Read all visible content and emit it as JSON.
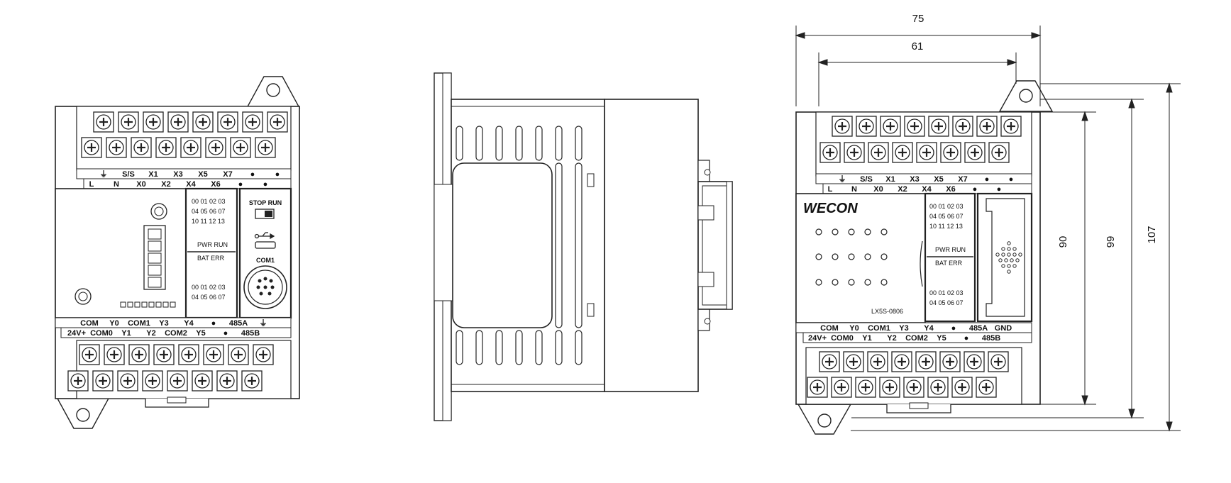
{
  "front_view": {
    "top_row_upper": [
      "⏚",
      "S/S",
      "X1",
      "X3",
      "X5",
      "X7",
      "●",
      "●"
    ],
    "top_row_lower": [
      "L",
      "N",
      "X0",
      "X2",
      "X4",
      "X6",
      "●",
      "●"
    ],
    "led_in": [
      "00 01 02 03",
      "04 05 06 07",
      "10 11 12 13"
    ],
    "led_out": [
      "00 01 02 03",
      "04 05 06 07"
    ],
    "pwr_run": "PWR RUN",
    "bat_err": "BAT ERR",
    "stop_run": "STOP RUN",
    "com1": "COM1",
    "bottom_row_upper": [
      "COM",
      "Y0",
      "COM1",
      "Y3",
      "Y4",
      "●",
      "485A",
      "⏚"
    ],
    "bottom_row_lower": [
      "24V+",
      "COM0",
      "Y1",
      "Y2",
      "COM2",
      "Y5",
      "●",
      "485B"
    ]
  },
  "right_view": {
    "brand": "WECON",
    "model": "LX5S-0806",
    "top_row_upper": [
      "⏚",
      "S/S",
      "X1",
      "X3",
      "X5",
      "X7",
      "●",
      "●"
    ],
    "top_row_lower": [
      "L",
      "N",
      "X0",
      "X2",
      "X4",
      "X6",
      "●",
      "●"
    ],
    "led_in": [
      "00 01 02 03",
      "04 05 06 07",
      "10 11 12 13"
    ],
    "led_out": [
      "00 01 02 03",
      "04 05 06 07"
    ],
    "pwr_run": "PWR RUN",
    "bat_err": "BAT ERR",
    "bottom_row_upper": [
      "COM",
      "Y0",
      "COM1",
      "Y3",
      "Y4",
      "●",
      "485A",
      "GND"
    ],
    "bottom_row_lower": [
      "24V+",
      "COM0",
      "Y1",
      "Y2",
      "COM2",
      "Y5",
      "●",
      "485B"
    ]
  },
  "dimensions": {
    "width_outer": "75",
    "width_inner": "61",
    "height_90": "90",
    "height_99": "99",
    "height_107": "107"
  }
}
